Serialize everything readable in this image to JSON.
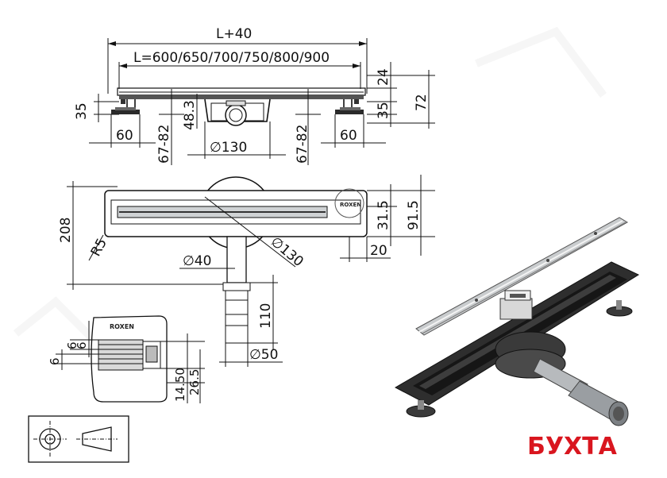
{
  "front_view": {
    "total_length": "L+40",
    "length_options": "L=600/650/700/750/800/900",
    "foot_height": "35",
    "foot_height_right": "35",
    "foot_width_left": "60",
    "foot_width_right": "60",
    "adjust_left": "67-82",
    "adjust_right": "67-82",
    "outlet_height": "48.3",
    "outlet_diameter": "∅130",
    "top_height": "24",
    "overall_height": "72"
  },
  "top_view": {
    "width": "208",
    "radius": "R5",
    "body_diameter": "∅130",
    "pipe_diameter": "∅40",
    "end_height": "31.5",
    "end_offset": "91.5",
    "end_width": "20",
    "outlet_length": "110",
    "outlet_diameter": "∅50",
    "logo_text": "ROXEN"
  },
  "detail_view": {
    "logo_text": "ROXEN",
    "dim_a": "6",
    "dim_b": "6",
    "dim_c": "6",
    "dim_d": "14.50",
    "dim_e": "26.5"
  },
  "watermark": {
    "label": "БУХТА",
    "color": "#d9161f"
  },
  "colors": {
    "line": "#111111",
    "gasket": "#2a2a2a",
    "steel": "#9a9ea2"
  }
}
